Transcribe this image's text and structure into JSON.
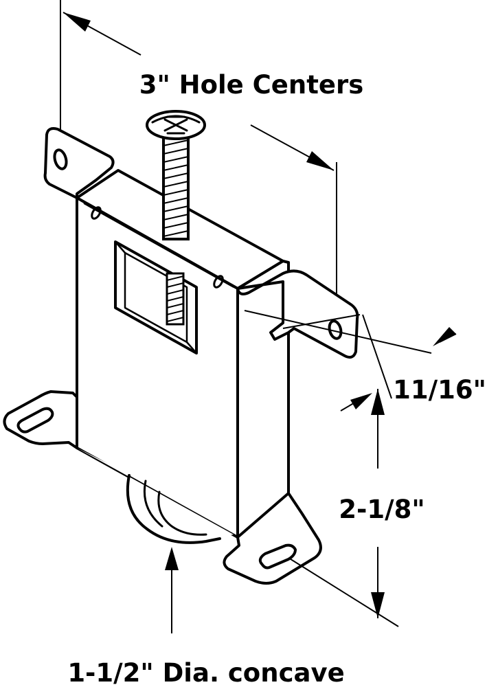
{
  "labels": {
    "hole_centers": "3\" Hole Centers",
    "width": "11/16\"",
    "height": "2-1/8\"",
    "wheel": "1-1/2\" Dia. concave"
  },
  "colors": {
    "ink": "#000000",
    "paper": "#ffffff"
  }
}
